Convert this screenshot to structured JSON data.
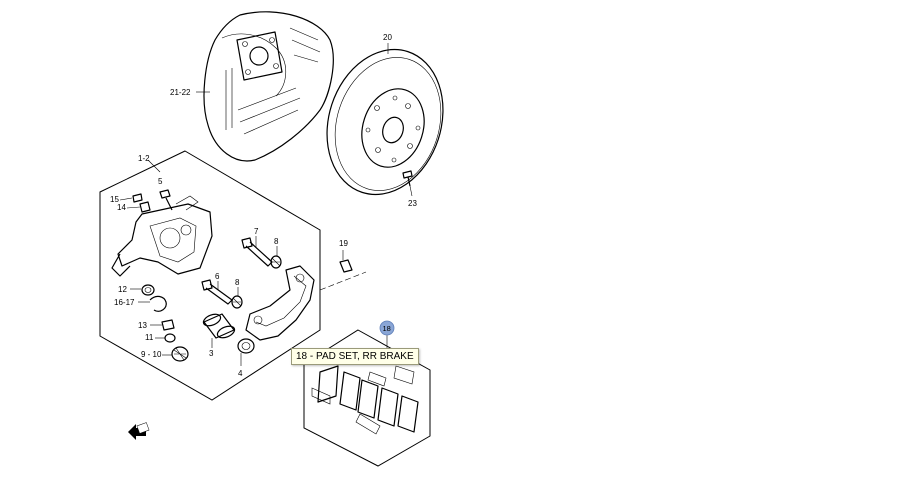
{
  "labels": {
    "l_21_22": "21-22",
    "l_20": "20",
    "l_1_2": "1-2",
    "l_15": "15",
    "l_14": "14",
    "l_5": "5",
    "l_7": "7",
    "l_8a": "8",
    "l_19": "19",
    "l_23": "23",
    "l_6": "6",
    "l_8b": "8",
    "l_12": "12",
    "l_16_17": "16-17",
    "l_13": "13",
    "l_11": "11",
    "l_9_10": "9 - 10",
    "l_3": "3",
    "l_4": "4",
    "l_fwd": "FWD"
  },
  "hotspot": {
    "number": "18",
    "color": "#8aa6d6"
  },
  "tooltip": {
    "text": "18 - PAD SET, RR BRAKE"
  }
}
